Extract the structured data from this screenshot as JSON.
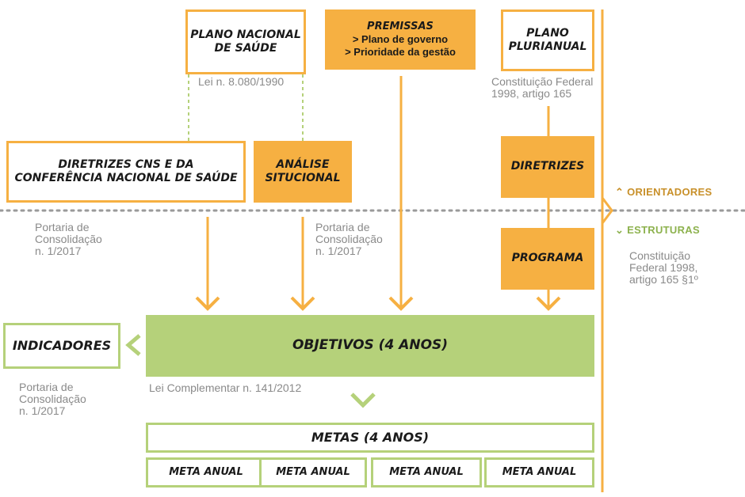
{
  "boxes": {
    "plano_nacional": [
      "PLANO NACIONAL",
      "DE SAÚDE"
    ],
    "premissas": {
      "title": "PREMISSAS",
      "items": [
        "> Plano de governo",
        "> Prioridade da gestão"
      ]
    },
    "plano_plurianual": [
      "PLANO",
      "PLURIANUAL"
    ],
    "diretrizes_cns": [
      "DIRETRIZES CNS E DA",
      "CONFERÊNCIA NACIONAL DE SAÚDE"
    ],
    "analise": [
      "ANÁLISE",
      "SITUCIONAL"
    ],
    "diretrizes": "DIRETRIZES",
    "programa": "PROGRAMA",
    "indicadores": "INDICADORES",
    "objetivos": "OBJETIVOS (4 ANOS)",
    "metas": "METAS (4 ANOS)",
    "meta_anual": [
      "META ANUAL",
      "META ANUAL",
      "META ANUAL",
      "META ANUAL"
    ]
  },
  "refs": {
    "lei_8080": "Lei n. 8.080/1990",
    "cf_165": [
      "Constituição Federal",
      "1998, artigo 165"
    ],
    "portaria_left": [
      "Portaria de",
      "Consolidação",
      "n. 1/2017"
    ],
    "portaria_mid": [
      "Portaria de",
      "Consolidação",
      "n. 1/2017"
    ],
    "portaria_ind": [
      "Portaria de",
      "Consolidação",
      "n. 1/2017"
    ],
    "cf_165_1": [
      "Constituição",
      "Federal 1998,",
      "artigo 165 §1º"
    ],
    "lei_141": "Lei Complementar n. 141/2012"
  },
  "legend": {
    "orientadores": "ORIENTADORES",
    "estruturas": "ESTRUTURAS"
  },
  "colors": {
    "orange": "#f6b042",
    "green": "#b5d17a",
    "orientadores_text": "#c8902a",
    "estruturas_text": "#8db24e"
  }
}
